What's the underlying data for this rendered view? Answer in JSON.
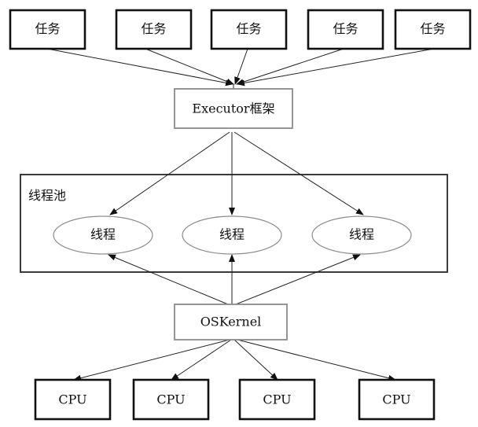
{
  "tasks": [
    {
      "label": "任务"
    },
    {
      "label": "任务"
    },
    {
      "label": "任务"
    },
    {
      "label": "任务"
    },
    {
      "label": "任务"
    }
  ],
  "executor": {
    "label": "Executor框架"
  },
  "thread_pool": {
    "label": "线程池",
    "threads": [
      {
        "label": "线程"
      },
      {
        "label": "线程"
      },
      {
        "label": "线程"
      }
    ]
  },
  "kernel": {
    "label": "OSKernel"
  },
  "cpus": [
    {
      "label": "CPU"
    },
    {
      "label": "CPU"
    },
    {
      "label": "CPU"
    },
    {
      "label": "CPU"
    }
  ],
  "colors": {
    "line": "#222222",
    "box_border": "#111111",
    "gray_border": "#8a8a8a",
    "ellipse_border": "#8c8c8c",
    "background": "#ffffff"
  }
}
